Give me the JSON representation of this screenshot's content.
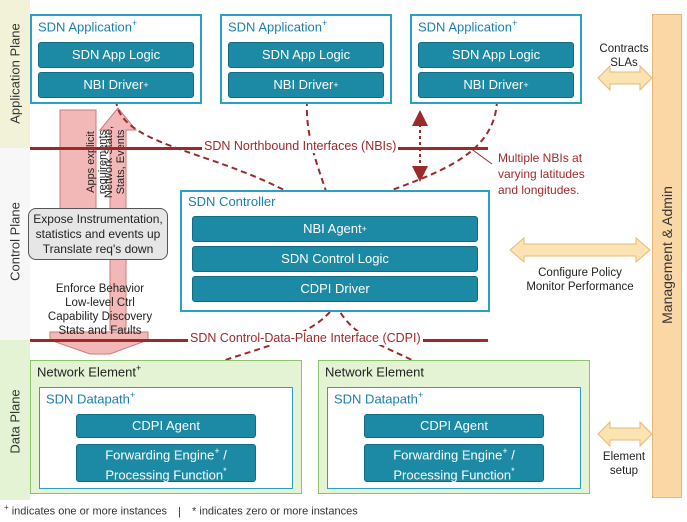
{
  "planes": {
    "application": "Application Plane",
    "control": "Control Plane",
    "data": "Data Plane"
  },
  "apps": [
    {
      "title": "SDN Application",
      "sup": "+",
      "logic": "SDN App Logic",
      "driver": "NBI Driver",
      "driver_sup": "+"
    },
    {
      "title": "SDN Application",
      "sup": "+",
      "logic": "SDN App Logic",
      "driver": "NBI Driver",
      "driver_sup": "+"
    },
    {
      "title": "SDN Application",
      "sup": "+",
      "logic": "SDN App Logic",
      "driver": "NBI Driver",
      "driver_sup": "+"
    }
  ],
  "arrows": {
    "down_label": "Apps explicit requirements",
    "up_label": "Network State, Stats, Events"
  },
  "nbi": {
    "label": "SDN Northbound Interfaces (NBIs)",
    "note": "Multiple NBIs at varying latitudes and longitudes."
  },
  "instrumentation": "Expose Instrumentation, statistics and events up Translate req's down",
  "enforce": [
    "Enforce Behavior",
    "Low-level Ctrl",
    "Capability Discovery",
    "Stats and Faults"
  ],
  "controller": {
    "title": "SDN Controller",
    "nbi_agent": "NBI Agent",
    "nbi_agent_sup": "+",
    "logic": "SDN Control Logic",
    "cdpi_driver": "CDPI Driver"
  },
  "cdpi": {
    "label": "SDN Control-Data-Plane Interface (CDPI)"
  },
  "network_elements": [
    {
      "title": "Network Element",
      "sup": "+",
      "datapath": "SDN Datapath",
      "datapath_sup": "+",
      "agent": "CDPI Agent",
      "engine": "Forwarding Engine",
      "engine_sup": "+",
      "engine_rest": " /",
      "function": "Processing Function",
      "function_sup": "*"
    },
    {
      "title": "Network Element",
      "sup": "",
      "datapath": "SDN Datapath",
      "datapath_sup": "+",
      "agent": "CDPI Agent",
      "engine": "Forwarding Engine",
      "engine_sup": "+",
      "engine_rest": " /",
      "function": "Processing Function",
      "function_sup": "*"
    }
  ],
  "management": {
    "label": "Management & Admin",
    "contracts": [
      "Contracts",
      "SLAs"
    ],
    "policy": [
      "Configure Policy",
      "Monitor Performance"
    ],
    "element_setup": [
      "Element",
      "setup"
    ]
  },
  "footnote": {
    "plus_sym": "+",
    "plus_text": " indicates one or more instances",
    "sep": "|",
    "star_sym": "*",
    "star_text": " indicates zero or more instances"
  },
  "colors": {
    "teal": "#1c8aa5",
    "border_blue": "#2aa0c6",
    "red": "#9b2a2a",
    "green_fill": "#e3f3d3",
    "mgmt_fill": "#fad7a4"
  }
}
